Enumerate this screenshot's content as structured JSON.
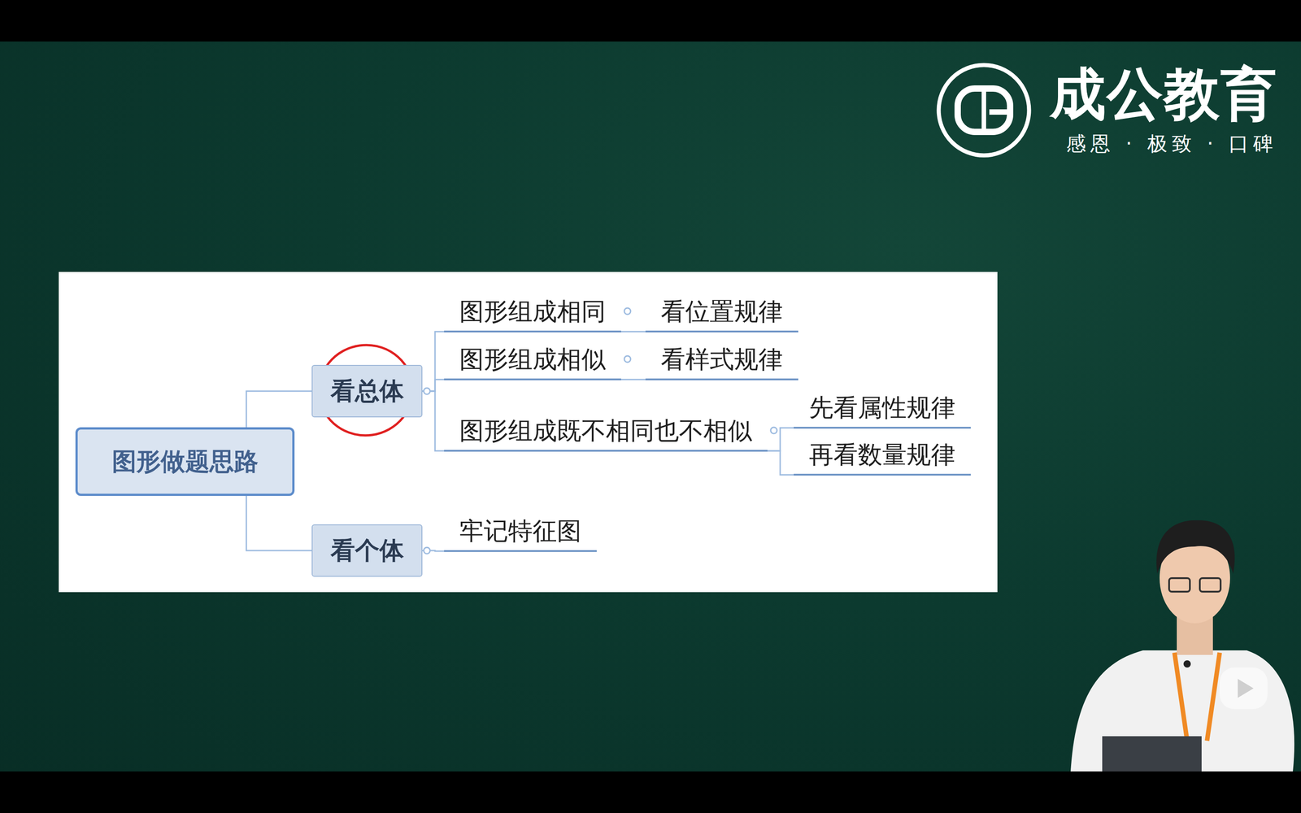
{
  "diagram": {
    "nodes": [
      {
        "text": [
          "图形做题思路"
        ]
      },
      {
        "text": [
          "看总体"
        ]
      },
      {
        "text": [
          "看个体"
        ]
      },
      {
        "text": [
          "图形组成相同"
        ]
      },
      {
        "text": [
          "看位置规律"
        ]
      },
      {
        "text": [
          "图形组成相似"
        ]
      },
      {
        "text": [
          "看样式规律"
        ]
      },
      {
        "text": [
          "图形组成既不相同也不相似"
        ]
      },
      {
        "text": [
          "先看属性规律"
        ]
      },
      {
        "text": [
          "再看数量规律"
        ]
      },
      {
        "text": [
          "牢记特征图"
        ]
      }
    ],
    "edges": [
      {
        "from": 0,
        "to": 1,
        "arrow": "none"
      },
      {
        "from": 0,
        "to": 2,
        "arrow": "none"
      },
      {
        "from": 1,
        "to": 3,
        "arrow": "none"
      },
      {
        "from": 1,
        "to": 5,
        "arrow": "none"
      },
      {
        "from": 1,
        "to": 7,
        "arrow": "none"
      },
      {
        "from": 3,
        "to": 4,
        "arrow": "none"
      },
      {
        "from": 5,
        "to": 6,
        "arrow": "none"
      },
      {
        "from": 7,
        "to": 8,
        "arrow": "none"
      },
      {
        "from": 7,
        "to": 9,
        "arrow": "none"
      },
      {
        "from": 2,
        "to": 10,
        "arrow": "none"
      }
    ],
    "labels": [
      "成公教育",
      "感恩 · 极致 · 口碑"
    ]
  }
}
